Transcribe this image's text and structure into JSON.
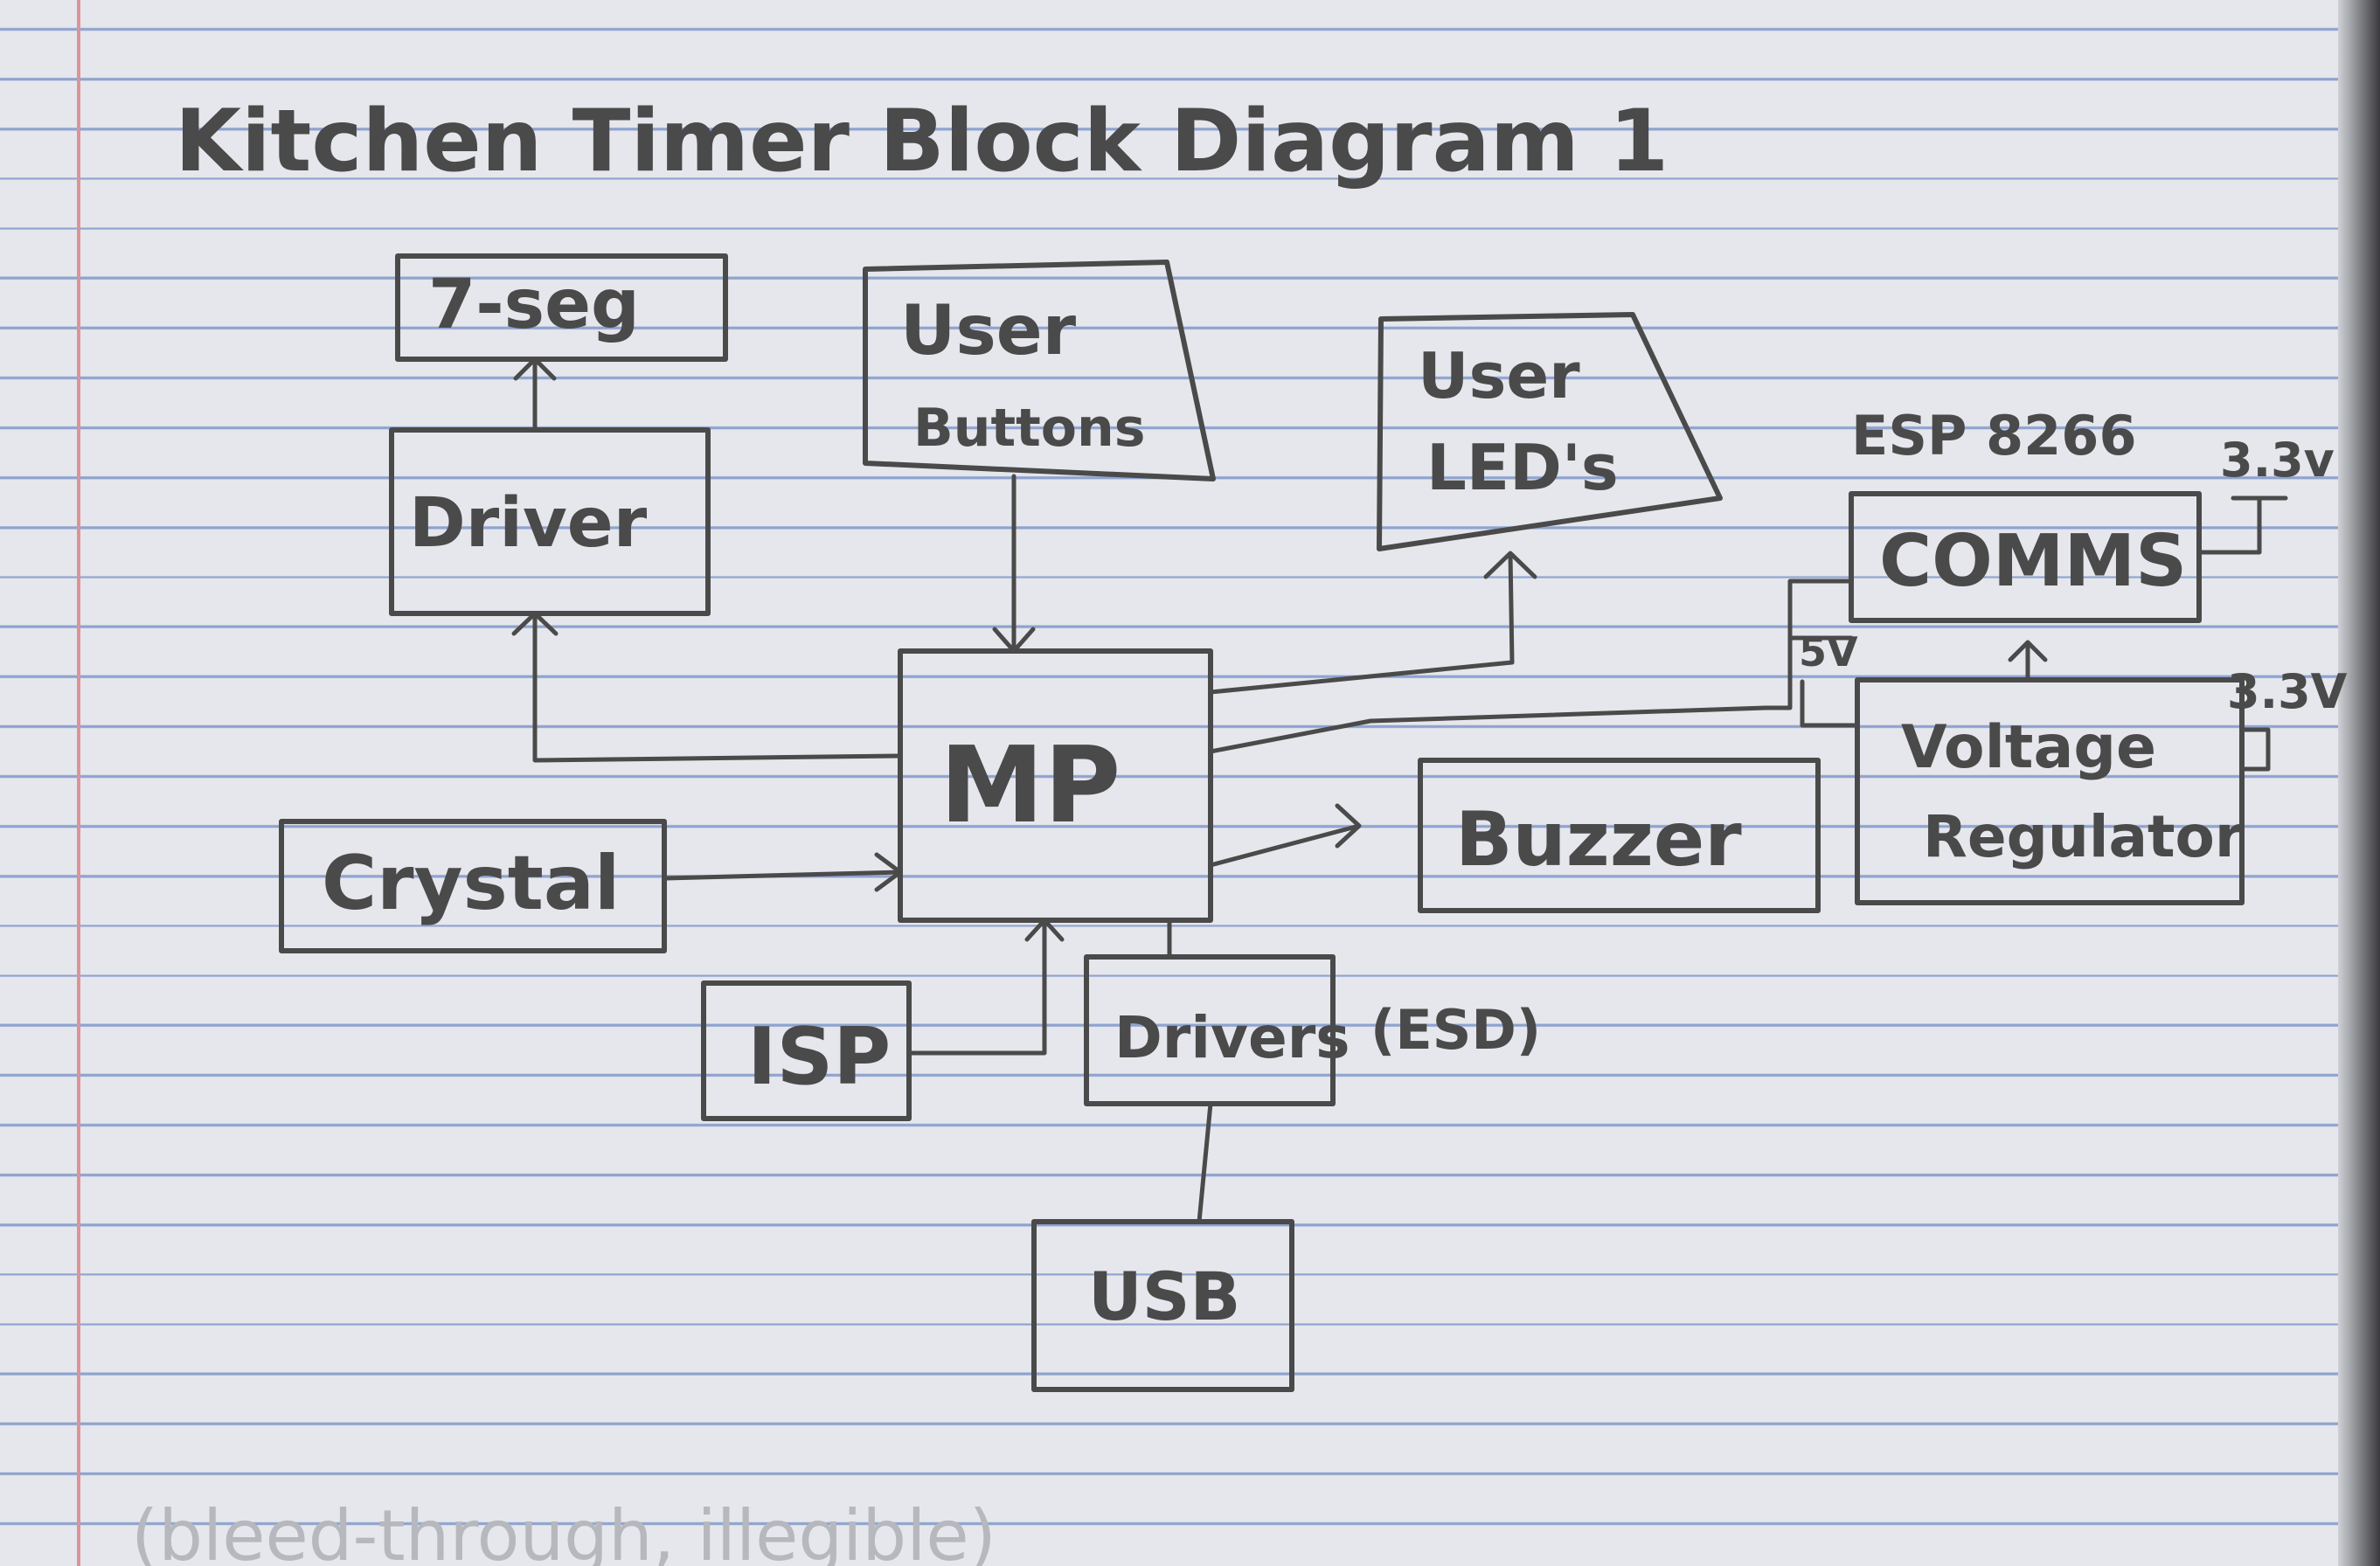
{
  "title": "Kitchen Timer Block Diagram 1",
  "blocks": {
    "seven_seg": "7-seg",
    "driver": "Driver",
    "user_buttons_line1": "User",
    "user_buttons_line2": "Buttons",
    "user_leds_line1": "User",
    "user_leds_line2": "LED's",
    "esp_label": "ESP 8266",
    "comms": "COMMS",
    "voltage_regulator_line1": "Voltage",
    "voltage_regulator_line2": "Regulator",
    "mp": "MP",
    "crystal": "Crystal",
    "buzzer": "Buzzer",
    "isp": "ISP",
    "drivers": "Drivers",
    "esd": "(ESD)",
    "usb": "USB"
  },
  "annotations": {
    "v33_top": "3.3v",
    "v33_bottom": "3.3V",
    "v5": "5V"
  },
  "bleed_text": "(bleed-through, illegible)"
}
